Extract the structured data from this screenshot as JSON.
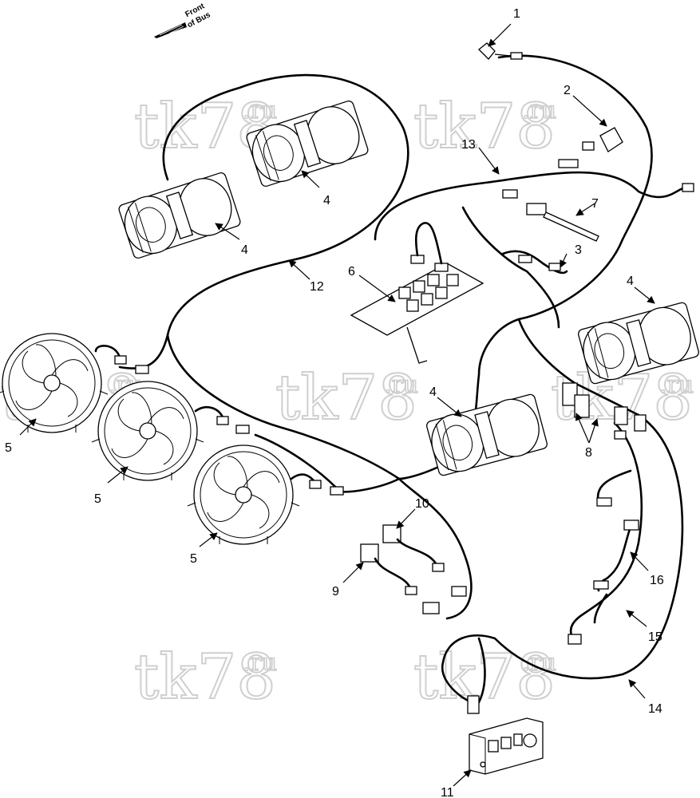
{
  "orientation": {
    "front_line1": "Front",
    "front_line2": "of Bus"
  },
  "watermark": {
    "text": "tk78",
    "suffix": ".ru"
  },
  "callouts": [
    "1",
    "2",
    "3",
    "4",
    "5",
    "6",
    "7",
    "8",
    "9",
    "10",
    "11",
    "12",
    "13",
    "14",
    "15",
    "16"
  ]
}
